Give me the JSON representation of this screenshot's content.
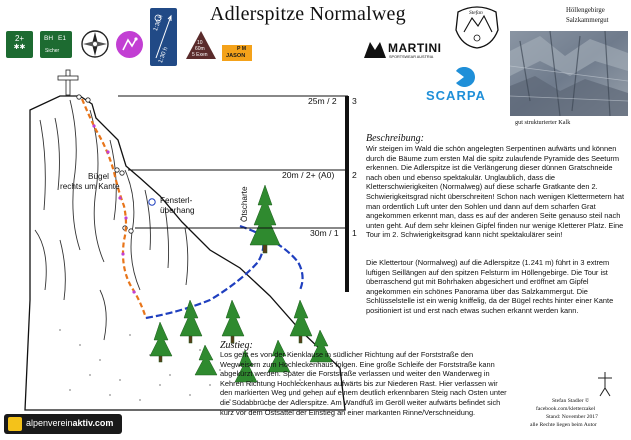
{
  "title": "Adlerspitze Normalweg",
  "region": {
    "line1": "Höllengebirge",
    "line2": "Salzkammergut"
  },
  "photo_caption": "gut strukturierter Kalk",
  "badges": {
    "difficulty": {
      "grade": "2+",
      "stars": "✱✱"
    },
    "protection": {
      "left": "BH",
      "right": "E1",
      "sub": "Sicher"
    },
    "time": {
      "up": "1:30 h",
      "down": "1:30 h"
    },
    "length": {
      "top": "10",
      "mid": "60m",
      "bot": "5 Exen"
    },
    "rope": {
      "top": "P M",
      "bot": "JASON"
    }
  },
  "sponsors": {
    "martini": "MARTINI",
    "martini_sub": "SPORTSWEAR AUSTRIA",
    "scarpa": "SCARPA",
    "climb_logo": "Stefan"
  },
  "pitches": [
    {
      "label": "25m / 2",
      "num": "3"
    },
    {
      "label": "20m / 2+ (A0)",
      "num": "2"
    },
    {
      "label": "30m / 1",
      "num": "1"
    }
  ],
  "topo_labels": {
    "buegel": "Bügel",
    "buegel_sub": "rechts um Kante",
    "fenster": "Fensterl-",
    "fenster_sub": "überhang",
    "scharte": "Ötscharte"
  },
  "beschreibung": {
    "heading": "Beschreibung:",
    "p1": "Wir steigen im Wald die schön angelegten Serpentinen aufwärts und können durch die Bäume zum ersten Mal die spitz zulaufende Pyramide des Seeturm erkennen. Die Adlerspitze ist die Verlängerung dieser dünnen Gratschneide nach oben und ebenso spektakulär. Unglaublich, dass die Kletterschwierigkeiten (Normalweg) auf diese scharfe Gratkante den 2. Schwierigkeitsgrad nicht überschreiten! Schon nach wenigen Klettermetern hat man ordentlich Luft unter den Sohlen und dann auf dem scharfen Grat angekommen erkennt man, dass es auf der anderen Seite genauso steil nach unten geht. Auf dem sehr kleinen Gipfel finden nur wenige Kletterer Platz. Eine Tour im 2. Schwierigkeitsgrad kann nicht spektakulärer sein!",
    "p2": "Die Klettertour (Normalweg) auf die Adlerspitze (1.241 m) führt in 3 extrem luftigen Seillängen auf den spitzen Felsturm im Höllengebirge. Die Tour ist überraschend gut mit Bohrhaken abgesichert und eröffnet am Gipfel angekommen ein schönes Panorama über das Salzkammergut. Die Schlüsselstelle ist ein wenig kniffelig, da der Bügel rechts hinter einer Kante positioniert ist und erst nach etwas suchen erkannt werden kann."
  },
  "zustieg": {
    "heading": "Zustieg:",
    "text": "Los geht es von der Kienklause in südlicher Richtung auf der Forststraße den Wegweisern zum Hochleckenhaus folgen. Eine große Schleife der Forststraße kann abgekürzt werden. Später die Forststraße verlassen und weiter den Wanderweg in Kehren Richtung Hochleckenhaus aufwärts bis zur Niederen Rast. Hier verlassen wir den markierten Weg und gehen auf einem deutlich erkennbaren Steig nach Osten unter die Südabbrüche der Adlerspitze. Am Wandfuß im Geröll weiter aufwärts befindet sich kurz vor dem Ostsattel der Einstieg an einer markanten Rinne/Verschneidung."
  },
  "footer": {
    "brand_prefix": "alpenverein",
    "brand_suffix": "aktiv.com",
    "author": "Stefan Stadler ©",
    "facebook": "facebook.com/kletterzakel",
    "stand": "Stand: November 2017",
    "rights": "alle Rechte liegen beim Autor"
  },
  "colors": {
    "route": "#e8751a",
    "descent": "#1f3fbf",
    "tree": "#2f8a2f",
    "purple": "#c23fd3",
    "badge_bg": "#1d2a24"
  }
}
